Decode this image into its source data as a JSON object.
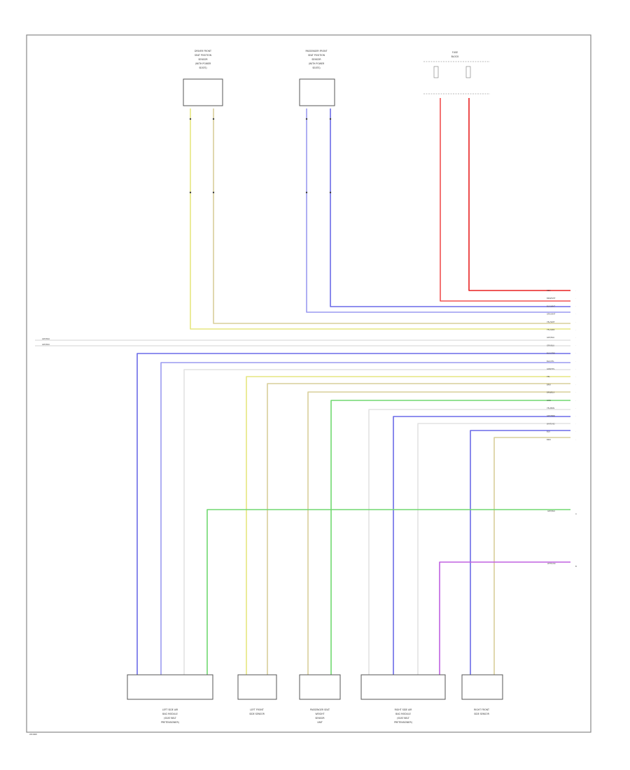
{
  "page_code": "W01868",
  "colors": {
    "red": "#f05050",
    "red_dark": "#e82020",
    "blue": "#6a6ae8",
    "blue_light": "#9a9af0",
    "yellow": "#e6e680",
    "tan": "#d9cf9a",
    "green": "#70d870",
    "violet": "#c060e0",
    "white": "#e2e2e2",
    "gray": "#bdbdbd"
  },
  "components": {
    "top_left_sensor": [
      "DRIVER FRONT",
      "SEAT POSITION",
      "SENSOR",
      "(WITH POWER",
      "SEATS)"
    ],
    "top_mid_sensor": [
      "PASSENGER FRONT",
      "SEAT POSITION",
      "SENSOR",
      "(WITH POWER",
      "SEATS)"
    ],
    "fuse_block": [
      "FUSE",
      "BLOCK"
    ],
    "bottom": [
      {
        "label": [
          "LEFT SIDE AIR",
          "BAG MODULE",
          "(SEAT BELT",
          "PRETENSIONER)"
        ]
      },
      {
        "label": [
          "LEFT FRONT",
          "SIDE SENSOR"
        ]
      },
      {
        "label": [
          "PASSENGER SEAT",
          "WEIGHT",
          "SENSOR",
          "UNIT"
        ]
      },
      {
        "label": [
          "RIGHT SIDE AIR",
          "BAG MODULE",
          "(SEAT BELT",
          "PRETENSIONER)"
        ]
      },
      {
        "label": [
          "RIGHT FRONT",
          "SIDE SENSOR"
        ]
      }
    ]
  },
  "connector_labels": [
    "RED",
    "BRN/WHT",
    "BLU/WHT",
    "GRY/WHT",
    "YEL/WHT",
    "YEL/GRN",
    "GRY/BLK",
    "GRY/BLU",
    "BLU/GRN",
    "BLU/YEL",
    "GRN/YEL",
    "YEL",
    "BRN",
    "BRN/BLK",
    "GRN",
    "YEL/BRN",
    "GRY/BRN",
    "WHT/VIO",
    "BLU",
    "BRN"
  ],
  "side_refs": [
    {
      "label": "GRY/BLU",
      "number": "A"
    },
    {
      "label": "WHT/VIO",
      "number": "B"
    }
  ],
  "left_refs": [
    "GRY/BLK",
    "GRY/BLU"
  ]
}
